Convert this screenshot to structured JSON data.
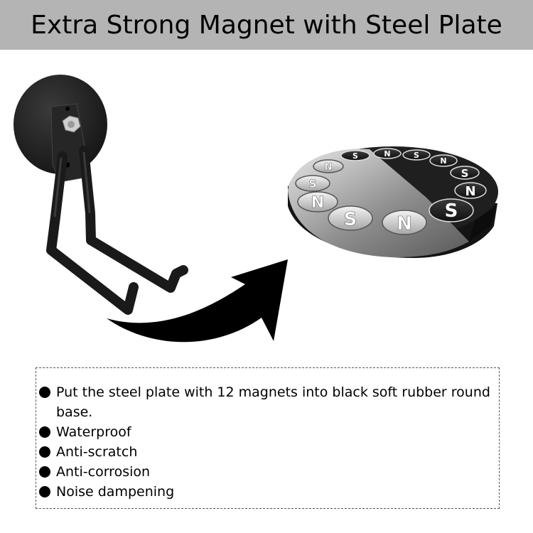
{
  "header": {
    "title": "Extra Strong Magnet with Steel Plate"
  },
  "magnet_labels": [
    "S",
    "N",
    "S",
    "N",
    "S",
    "N",
    "S",
    "N",
    "S",
    "N",
    "S",
    "N"
  ],
  "features": [
    "Put the steel plate with 12 magnets into black soft rubber round base.",
    "Waterproof",
    "Anti-scratch",
    "Anti-corrosion",
    "Noise dampening"
  ],
  "colors": {
    "header_bg": "#b4b4b4",
    "product_black": "#1e1e1e",
    "steel_plate": "#9a9a9a"
  }
}
